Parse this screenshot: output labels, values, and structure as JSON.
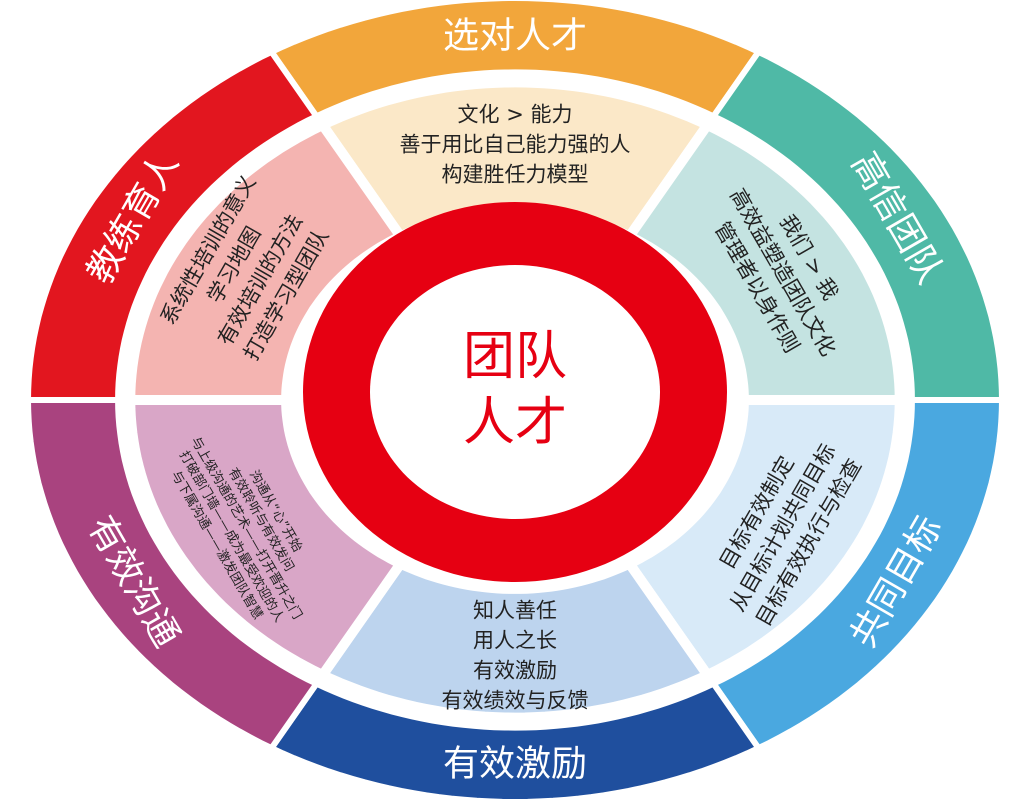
{
  "center": {
    "lines": [
      "团队",
      "人才"
    ],
    "ring_color": "#e60012"
  },
  "segments": [
    {
      "title": "选对人才",
      "outer_color": "#f2a63b",
      "inner_color": "#fbe8c8",
      "items": [
        "文化 > 能力",
        "善于用比自己能力强的人",
        "构建胜任力模型"
      ]
    },
    {
      "title": "高信团队",
      "outer_color": "#4fb9a6",
      "inner_color": "#c4e3e1",
      "items": [
        "我们 > 我",
        "高效益塑造团队文化",
        "管理者以身作则"
      ]
    },
    {
      "title": "共同目标",
      "outer_color": "#4aa8e0",
      "inner_color": "#d8eaf8",
      "items": [
        "目标有效制定",
        "从目标计划共同目标",
        "目标有效执行与检查"
      ]
    },
    {
      "title": "有效激励",
      "outer_color": "#1f4f9e",
      "inner_color": "#bdd4ee",
      "items": [
        "知人善任",
        "用人之长",
        "有效激励",
        "有效绩效与反馈"
      ]
    },
    {
      "title": "有效沟通",
      "outer_color": "#a9437f",
      "inner_color": "#d9a6c7",
      "items": [
        "沟通从“心”开始",
        "有效聆听与有效发问",
        "与上级沟通的艺术——打开晋升之门",
        "打破部门墙——成为最受欢迎的人",
        "与下属沟通——激发团队智慧"
      ]
    },
    {
      "title": "教练育人",
      "outer_color": "#e2161f",
      "inner_color": "#f4b4b1",
      "items": [
        "系统性培训的意义",
        "学习地图",
        "有效培训的方法",
        "打造学习型团队"
      ]
    }
  ]
}
